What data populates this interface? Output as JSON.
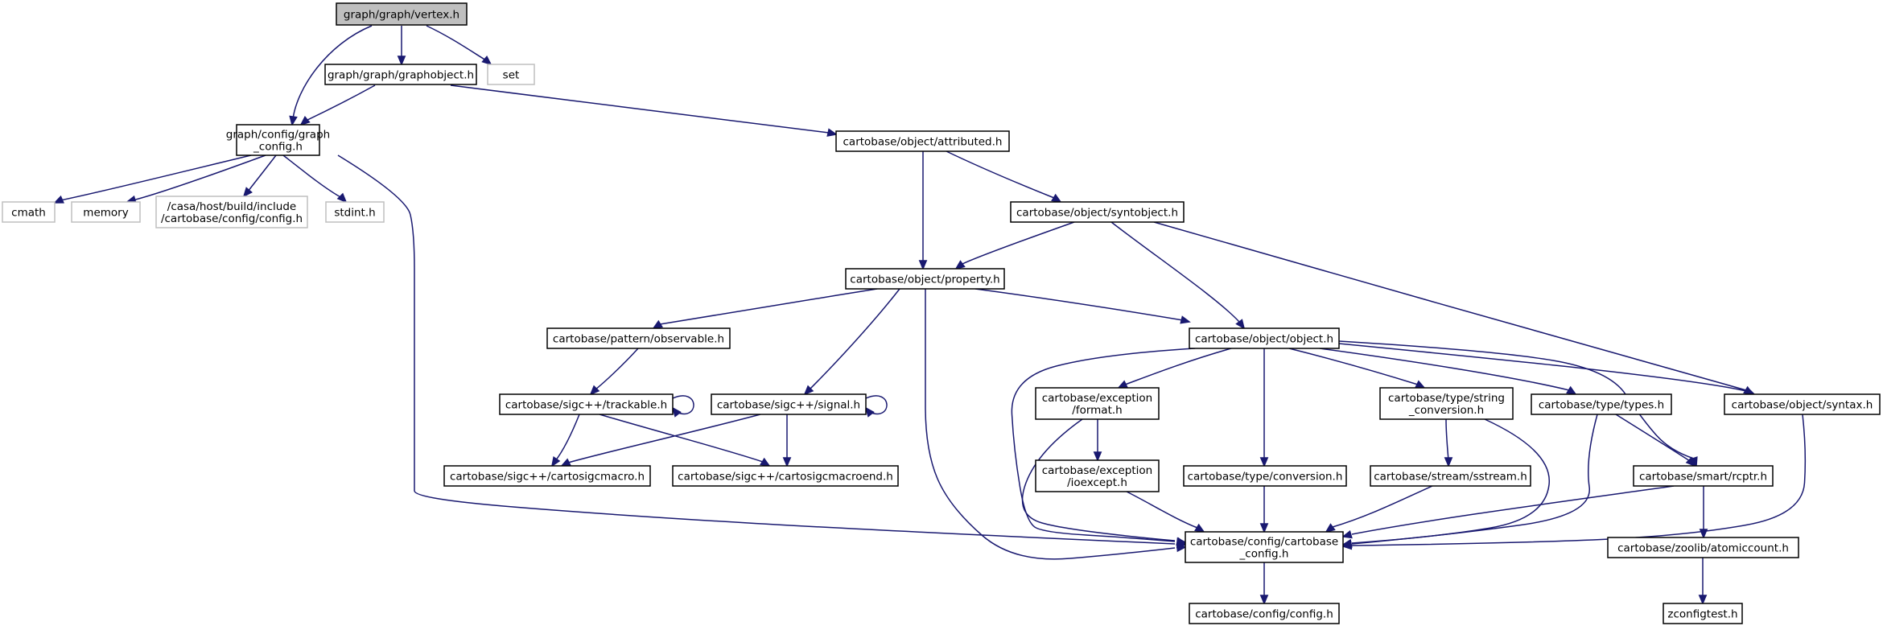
{
  "colors": {
    "edge": "#191970",
    "node_border": "#000000",
    "external_border": "#bfbfbf",
    "root_fill": "#bfbfbf",
    "node_fill": "#ffffff"
  },
  "nodes": [
    {
      "id": "vertex",
      "lines": [
        "graph/graph/vertex.h"
      ],
      "kind": "root"
    },
    {
      "id": "graphobject",
      "lines": [
        "graph/graph/graphobject.h"
      ],
      "kind": "file"
    },
    {
      "id": "set",
      "lines": [
        "set"
      ],
      "kind": "external"
    },
    {
      "id": "graph_config",
      "lines": [
        "graph/config/graph",
        "_config.h"
      ],
      "kind": "file"
    },
    {
      "id": "attributed",
      "lines": [
        "cartobase/object/attributed.h"
      ],
      "kind": "file"
    },
    {
      "id": "cmath",
      "lines": [
        "cmath"
      ],
      "kind": "external"
    },
    {
      "id": "memory",
      "lines": [
        "memory"
      ],
      "kind": "external"
    },
    {
      "id": "casa_config",
      "lines": [
        "/casa/host/build/include",
        "/cartobase/config/config.h"
      ],
      "kind": "external"
    },
    {
      "id": "stdint",
      "lines": [
        "stdint.h"
      ],
      "kind": "external"
    },
    {
      "id": "syntobject",
      "lines": [
        "cartobase/object/syntobject.h"
      ],
      "kind": "file"
    },
    {
      "id": "property",
      "lines": [
        "cartobase/object/property.h"
      ],
      "kind": "file"
    },
    {
      "id": "observable",
      "lines": [
        "cartobase/pattern/observable.h"
      ],
      "kind": "file"
    },
    {
      "id": "object",
      "lines": [
        "cartobase/object/object.h"
      ],
      "kind": "file"
    },
    {
      "id": "trackable",
      "lines": [
        "cartobase/sigc++/trackable.h"
      ],
      "kind": "file"
    },
    {
      "id": "signal",
      "lines": [
        "cartobase/sigc++/signal.h"
      ],
      "kind": "file"
    },
    {
      "id": "format",
      "lines": [
        "cartobase/exception",
        "/format.h"
      ],
      "kind": "file"
    },
    {
      "id": "string_conversion",
      "lines": [
        "cartobase/type/string",
        "_conversion.h"
      ],
      "kind": "file"
    },
    {
      "id": "types",
      "lines": [
        "cartobase/type/types.h"
      ],
      "kind": "file"
    },
    {
      "id": "syntax",
      "lines": [
        "cartobase/object/syntax.h"
      ],
      "kind": "file"
    },
    {
      "id": "cartosigcmacro",
      "lines": [
        "cartobase/sigc++/cartosigcmacro.h"
      ],
      "kind": "file"
    },
    {
      "id": "cartosigcmacroend",
      "lines": [
        "cartobase/sigc++/cartosigcmacroend.h"
      ],
      "kind": "file"
    },
    {
      "id": "ioexcept",
      "lines": [
        "cartobase/exception",
        "/ioexcept.h"
      ],
      "kind": "file"
    },
    {
      "id": "type_conversion",
      "lines": [
        "cartobase/type/conversion.h"
      ],
      "kind": "file"
    },
    {
      "id": "sstream",
      "lines": [
        "cartobase/stream/sstream.h"
      ],
      "kind": "file"
    },
    {
      "id": "rcptr",
      "lines": [
        "cartobase/smart/rcptr.h"
      ],
      "kind": "file"
    },
    {
      "id": "cartobase_config",
      "lines": [
        "cartobase/config/cartobase",
        "_config.h"
      ],
      "kind": "file"
    },
    {
      "id": "atomiccount",
      "lines": [
        "cartobase/zoolib/atomiccount.h"
      ],
      "kind": "file"
    },
    {
      "id": "config",
      "lines": [
        "cartobase/config/config.h"
      ],
      "kind": "file"
    },
    {
      "id": "zconfigtest",
      "lines": [
        "zconfigtest.h"
      ],
      "kind": "file"
    }
  ],
  "edges": [
    [
      "vertex",
      "graph_config"
    ],
    [
      "vertex",
      "graphobject"
    ],
    [
      "vertex",
      "set"
    ],
    [
      "graphobject",
      "graph_config"
    ],
    [
      "graphobject",
      "attributed"
    ],
    [
      "graph_config",
      "cmath"
    ],
    [
      "graph_config",
      "memory"
    ],
    [
      "graph_config",
      "casa_config"
    ],
    [
      "graph_config",
      "stdint"
    ],
    [
      "graph_config",
      "cartobase_config"
    ],
    [
      "attributed",
      "property"
    ],
    [
      "attributed",
      "syntobject"
    ],
    [
      "syntobject",
      "property"
    ],
    [
      "syntobject",
      "object"
    ],
    [
      "syntobject",
      "syntax"
    ],
    [
      "property",
      "observable"
    ],
    [
      "property",
      "signal"
    ],
    [
      "property",
      "object"
    ],
    [
      "property",
      "cartobase_config"
    ],
    [
      "observable",
      "trackable"
    ],
    [
      "trackable",
      "trackable"
    ],
    [
      "trackable",
      "cartosigcmacro"
    ],
    [
      "trackable",
      "cartosigcmacroend"
    ],
    [
      "signal",
      "signal"
    ],
    [
      "signal",
      "cartosigcmacro"
    ],
    [
      "signal",
      "cartosigcmacroend"
    ],
    [
      "object",
      "format"
    ],
    [
      "object",
      "type_conversion"
    ],
    [
      "object",
      "string_conversion"
    ],
    [
      "object",
      "types"
    ],
    [
      "object",
      "syntax"
    ],
    [
      "object",
      "rcptr"
    ],
    [
      "object",
      "cartobase_config"
    ],
    [
      "format",
      "ioexcept"
    ],
    [
      "format",
      "cartobase_config"
    ],
    [
      "ioexcept",
      "cartobase_config"
    ],
    [
      "type_conversion",
      "cartobase_config"
    ],
    [
      "string_conversion",
      "sstream"
    ],
    [
      "string_conversion",
      "cartobase_config"
    ],
    [
      "sstream",
      "cartobase_config"
    ],
    [
      "types",
      "rcptr"
    ],
    [
      "types",
      "cartobase_config"
    ],
    [
      "syntax",
      "cartobase_config"
    ],
    [
      "rcptr",
      "atomiccount"
    ],
    [
      "rcptr",
      "cartobase_config"
    ],
    [
      "atomiccount",
      "zconfigtest"
    ],
    [
      "cartobase_config",
      "config"
    ]
  ]
}
